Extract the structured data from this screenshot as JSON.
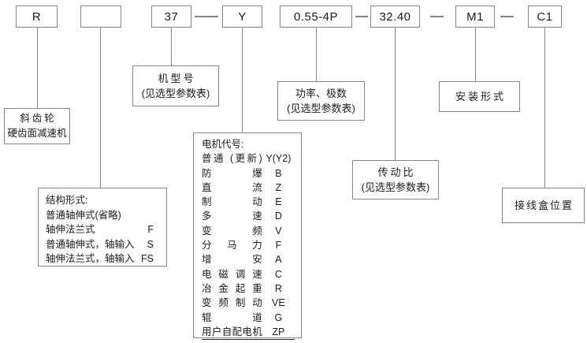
{
  "colors": {
    "border": "#868686",
    "line": "#868686",
    "text": "#1c1c1c",
    "background": "#ffffff"
  },
  "code_boxes": [
    {
      "label": "R"
    },
    {
      "label": ""
    },
    {
      "label": "37"
    },
    {
      "label": "Y"
    },
    {
      "label": "0.55-4P"
    },
    {
      "label": "32.40"
    },
    {
      "label": "M1"
    },
    {
      "label": "C1"
    }
  ],
  "reducer_box": {
    "line1": "斜齿轮",
    "line2": "硬齿面减速机"
  },
  "model_box": {
    "line1": "机型号",
    "line2": "(见选型参数表)"
  },
  "power_box": {
    "line1": "功率、极数",
    "line2": "(见选型参数表)"
  },
  "install_box": {
    "line1": "安装形式"
  },
  "ratio_box": {
    "line1": "传动比",
    "line2": "(见选型参数表)"
  },
  "junction_box": {
    "line1": "接线盒位置"
  },
  "structure_box": {
    "title": "结构形式:",
    "rows": [
      {
        "label": "普通轴伸式(省略)",
        "code": ""
      },
      {
        "label": "轴伸法兰式",
        "code": "F"
      },
      {
        "label": "普通轴伸式，轴输入",
        "code": "S"
      },
      {
        "label": "轴伸法兰式，轴输入",
        "code": "FS"
      }
    ]
  },
  "motor_box": {
    "title": "电机代号:",
    "rows": [
      {
        "label": "普通 (更新)",
        "code": "Y(Y2)"
      },
      {
        "label": "防爆",
        "code": "B"
      },
      {
        "label": "直流",
        "code": "Z"
      },
      {
        "label": "制动",
        "code": "E"
      },
      {
        "label": "多速",
        "code": "D"
      },
      {
        "label": "变频",
        "code": "V"
      },
      {
        "label": "分马力",
        "code": "F"
      },
      {
        "label": "增安",
        "code": "A"
      },
      {
        "label": "电磁调速",
        "code": "C"
      },
      {
        "label": "冶金起重",
        "code": "R"
      },
      {
        "label": "变频制动",
        "code": "VE"
      },
      {
        "label": "辊道",
        "code": "G"
      },
      {
        "label": "用户自配电机",
        "code": "ZP"
      }
    ]
  }
}
